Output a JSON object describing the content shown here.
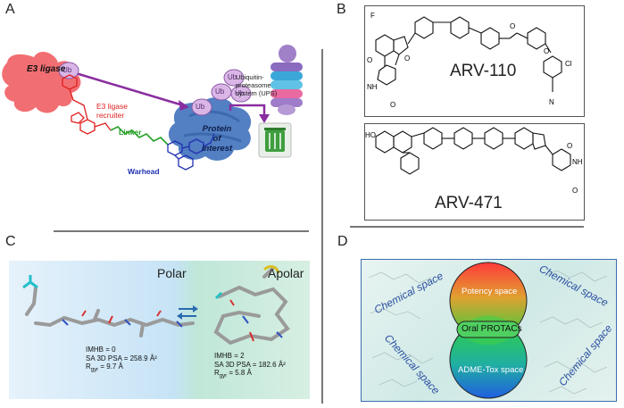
{
  "panels": {
    "a": "A",
    "b": "B",
    "c": "C",
    "d": "D"
  },
  "panel_a": {
    "e3_ligase": "E3 ligase",
    "e3_recruiter_line1": "E3 ligase",
    "e3_recruiter_line2": "recruiter",
    "linker": "Linker",
    "warhead": "Warhead",
    "ub": "Ub",
    "protein_line1": "Protein",
    "protein_line2": "of",
    "protein_line3": "interest",
    "ups_line1": "Ubiquitin-",
    "ups_line2": "proteasome",
    "ups_line3": "system (UPS)"
  },
  "panel_b": {
    "drug1": "ARV-110",
    "drug2": "ARV-471",
    "atoms": {
      "f": "F",
      "o": "O",
      "n": "N",
      "h": "H",
      "cl": "Cl",
      "ho": "HO",
      "nh": "NH",
      "o_link": "O",
      "n_nitrile": "N"
    }
  },
  "panel_c": {
    "polar": "Polar",
    "apolar": "Apolar",
    "left_imhb": "IMHB = 0",
    "left_psa": "SA 3D PSA = 258.9 Å²",
    "left_rgyr_r": "R",
    "left_rgyr_sub": "gyr",
    "left_rgyr_val": " = 9.7 Å",
    "right_imhb": "IMHB = 2",
    "right_psa": "SA 3D PSA = 182.6 Å²",
    "right_rgyr_r": "R",
    "right_rgyr_sub": "gyr",
    "right_rgyr_val": " = 5.8 Å"
  },
  "panel_d": {
    "potency": "Potency space",
    "oral": "Oral PROTACs",
    "admet": "ADME-Tox space",
    "chem": "Chemical space"
  },
  "colors": {
    "e3": "#f0666a",
    "ub": "#d9b6e6",
    "ub_stroke": "#8e5aa8",
    "arrow": "#8a2da0",
    "protein": "#4a78c0",
    "recruiter": "#e02020",
    "linker": "#27a027",
    "warhead": "#2030b0",
    "d_border": "#3a6fb0",
    "chem_text": "#2b4fa0"
  }
}
